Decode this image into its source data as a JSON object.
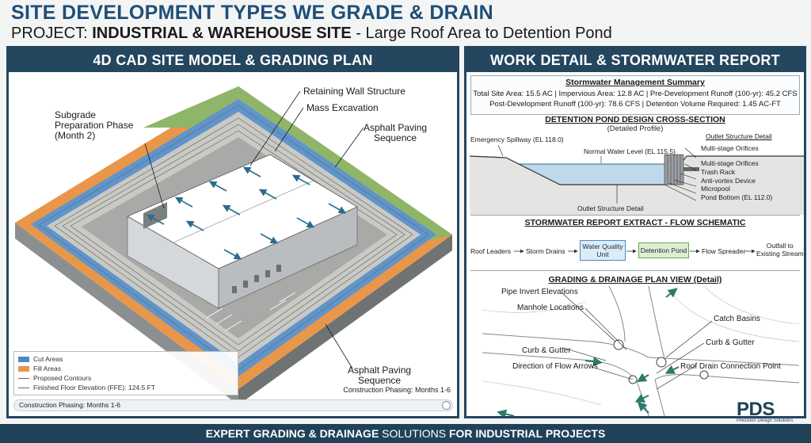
{
  "header": {
    "title": "SITE DEVELOPMENT TYPES WE GRADE & DRAIN",
    "subtitle_prefix": "PROJECT: ",
    "subtitle_bold": "INDUSTRIAL & WAREHOUSE SITE",
    "subtitle_suffix": " - Large Roof Area to Detention Pond"
  },
  "left_panel": {
    "title": "4D CAD SITE MODEL & GRADING PLAN",
    "callouts": {
      "retaining_wall": "Retaining Wall Structure",
      "mass_excavation": "Mass Excavation",
      "subgrade": [
        "Subgrade",
        "Preparation Phase",
        "(Month 2)"
      ],
      "asphalt_top": [
        "Asphalt Paving",
        "Sequence"
      ],
      "asphalt_bottom": [
        "Asphalt Paving",
        "Sequence"
      ]
    },
    "legend": {
      "cut": "Cut Areas",
      "fill": "Fill Areas",
      "contours": "Proposed Contours",
      "ffe": "Finished Floor Elevation (FFE): 124.5 FT"
    },
    "phasing_label": "Construction Phasing: Months 1-6",
    "timeline_label": "Construction Phasing: Months 1-6"
  },
  "right_panel": {
    "title": "WORK DETAIL & STORMWATER REPORT",
    "summary": {
      "title": "Stormwater Management Summary",
      "line1": "Total Site Area: 15.5 AC | Impervious Area: 12.8 AC | Pre-Development Runoff (100-yr): 45.2 CFS",
      "line2": "Post-Development Runoff (100-yr): 78.6 CFS | Detention Volume Required: 1.45 AC-FT"
    },
    "cross_section": {
      "title": "DETENTION POND DESIGN CROSS-SECTION",
      "subtitle": "(Detailed Profile)",
      "spillway": "Emergency Spillway (EL 118.0)",
      "water_level": "Normal Water Level (EL 115.5)",
      "outlet_detail_top": "Outlet Structure Detail",
      "orifices1": "Multi-stage Orifices",
      "orifices2": "Multi-stage Orifices",
      "trash_rack": "Trash Rack",
      "anti_vortex": "Anti-vortex Device",
      "micropool": "Micropool",
      "pond_bottom": "Pond Bottom (EL 112.0)",
      "outlet_detail_bottom": "Outlet Structure Detail"
    },
    "flow": {
      "title": "STORMWATER REPORT EXTRACT - FLOW SCHEMATIC",
      "roof_leaders": "Roof Leaders",
      "storm_drains": "Storm Drains",
      "wq_unit": "Water Quality Unit",
      "detention_pond": "Detention Pond",
      "flow_spreader": "Flow Spreader",
      "outfall": [
        "Outfall to",
        "Existing Stream"
      ]
    },
    "plan": {
      "title": "GRADING & DRAINAGE PLAN VIEW (Detail)",
      "pipe_invert": "Pipe Invert Elevations",
      "manhole": "Manhole Locations",
      "catch_basins": "Catch Basins",
      "curb_gutter_left": "Curb & Gutter",
      "curb_gutter_right": "Curb & Gutter",
      "flow_arrows": "Direction of Flow Arrows",
      "roof_drain": "Roof Drain Connection Point"
    }
  },
  "footer": {
    "bold1": "EXPERT GRADING & DRAINAGE",
    "light": " SOLUTIONS ",
    "bold2": "FOR INDUSTRIAL PROJECTS"
  },
  "logo": {
    "text": "PDS",
    "subtitle": "Precision Design Solutions"
  },
  "colors": {
    "navy": "#24465f",
    "cut": "#4f88c6",
    "fill": "#e8974a",
    "green": "#8fb569"
  }
}
